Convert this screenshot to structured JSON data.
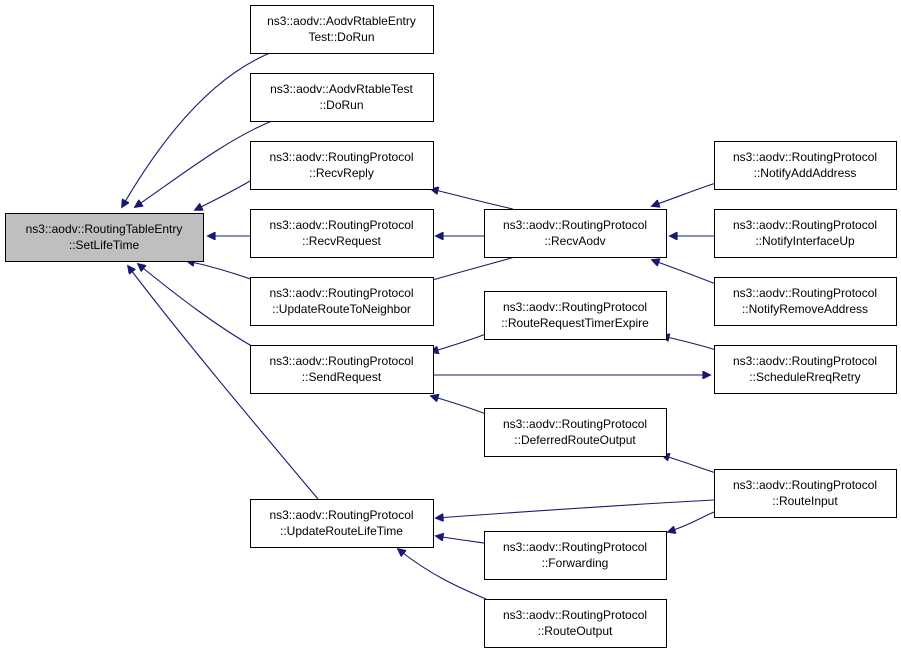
{
  "graph": {
    "edge_color": "#191970",
    "root_fill": "#bfbfbf",
    "nodes": [
      {
        "id": "root",
        "line1": "ns3::aodv::RoutingTableEntry",
        "line2": "::SetLifeTime"
      },
      {
        "id": "entrytest",
        "line1": "ns3::aodv::AodvRtableEntry",
        "line2": "Test::DoRun"
      },
      {
        "id": "rtabletest",
        "line1": "ns3::aodv::AodvRtableTest",
        "line2": "::DoRun"
      },
      {
        "id": "recvreply",
        "line1": "ns3::aodv::RoutingProtocol",
        "line2": "::RecvReply"
      },
      {
        "id": "recvrequest",
        "line1": "ns3::aodv::RoutingProtocol",
        "line2": "::RecvRequest"
      },
      {
        "id": "updateneighbor",
        "line1": "ns3::aodv::RoutingProtocol",
        "line2": "::UpdateRouteToNeighbor"
      },
      {
        "id": "sendrequest",
        "line1": "ns3::aodv::RoutingProtocol",
        "line2": "::SendRequest"
      },
      {
        "id": "updatelifetime",
        "line1": "ns3::aodv::RoutingProtocol",
        "line2": "::UpdateRouteLifeTime"
      },
      {
        "id": "recvaodv",
        "line1": "ns3::aodv::RoutingProtocol",
        "line2": "::RecvAodv"
      },
      {
        "id": "rrtimer",
        "line1": "ns3::aodv::RoutingProtocol",
        "line2": "::RouteRequestTimerExpire"
      },
      {
        "id": "deferred",
        "line1": "ns3::aodv::RoutingProtocol",
        "line2": "::DeferredRouteOutput"
      },
      {
        "id": "forwarding",
        "line1": "ns3::aodv::RoutingProtocol",
        "line2": "::Forwarding"
      },
      {
        "id": "routeoutput",
        "line1": "ns3::aodv::RoutingProtocol",
        "line2": "::RouteOutput"
      },
      {
        "id": "notifyadd",
        "line1": "ns3::aodv::RoutingProtocol",
        "line2": "::NotifyAddAddress"
      },
      {
        "id": "notifyup",
        "line1": "ns3::aodv::RoutingProtocol",
        "line2": "::NotifyInterfaceUp"
      },
      {
        "id": "notifyremove",
        "line1": "ns3::aodv::RoutingProtocol",
        "line2": "::NotifyRemoveAddress"
      },
      {
        "id": "schedule",
        "line1": "ns3::aodv::RoutingProtocol",
        "line2": "::ScheduleRreqRetry"
      },
      {
        "id": "routeinput",
        "line1": "ns3::aodv::RoutingProtocol",
        "line2": "::RouteInput"
      }
    ],
    "edges": [
      {
        "from": "entrytest",
        "to": "root"
      },
      {
        "from": "rtabletest",
        "to": "root"
      },
      {
        "from": "recvreply",
        "to": "root"
      },
      {
        "from": "recvrequest",
        "to": "root"
      },
      {
        "from": "updateneighbor",
        "to": "root"
      },
      {
        "from": "sendrequest",
        "to": "root"
      },
      {
        "from": "updatelifetime",
        "to": "root"
      },
      {
        "from": "recvaodv",
        "to": "recvreply"
      },
      {
        "from": "recvaodv",
        "to": "recvrequest"
      },
      {
        "from": "recvaodv",
        "to": "updateneighbor"
      },
      {
        "from": "notifyadd",
        "to": "recvaodv"
      },
      {
        "from": "notifyup",
        "to": "recvaodv"
      },
      {
        "from": "notifyremove",
        "to": "recvaodv"
      },
      {
        "from": "rrtimer",
        "to": "sendrequest"
      },
      {
        "from": "schedule",
        "to": "rrtimer"
      },
      {
        "from": "sendrequest",
        "to": "schedule"
      },
      {
        "from": "deferred",
        "to": "sendrequest"
      },
      {
        "from": "routeinput",
        "to": "deferred"
      },
      {
        "from": "routeinput",
        "to": "updatelifetime"
      },
      {
        "from": "routeinput",
        "to": "forwarding"
      },
      {
        "from": "forwarding",
        "to": "updatelifetime"
      },
      {
        "from": "routeoutput",
        "to": "updatelifetime"
      }
    ]
  }
}
